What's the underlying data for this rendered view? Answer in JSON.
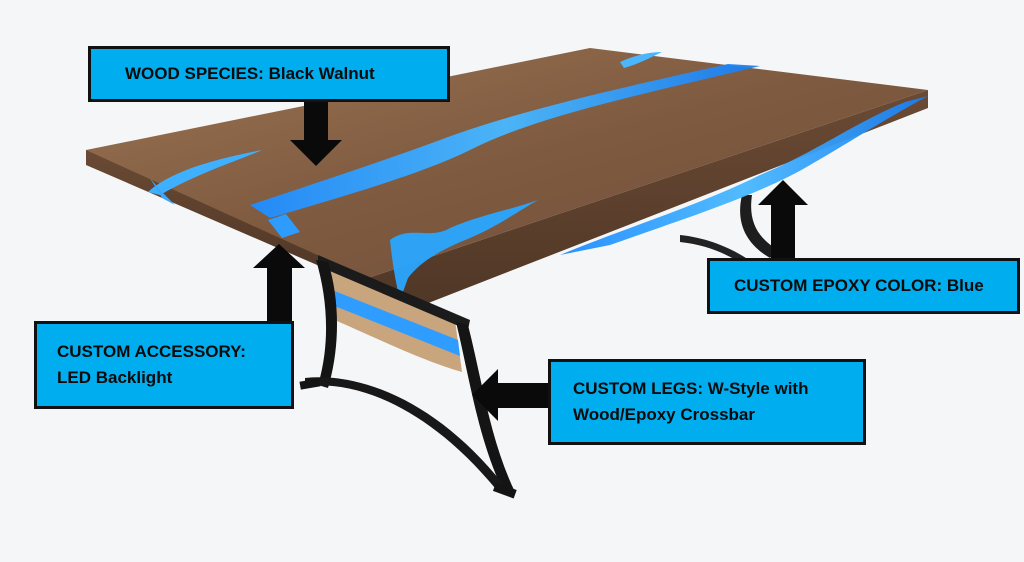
{
  "image": {
    "subject": "Live-edge black walnut river table with blue epoxy and W-style metal legs",
    "background_color": "#f5f6f7",
    "label_fill_color": "#00adef",
    "label_border_color": "#111111",
    "epoxy_color": "#1a9bff",
    "wood_color": "#8a6246"
  },
  "callouts": [
    {
      "id": "wood-species",
      "lines": [
        "WOOD SPECIES:  Black Walnut"
      ],
      "arrow_direction": "down"
    },
    {
      "id": "epoxy-color",
      "lines": [
        "CUSTOM EPOXY COLOR: Blue"
      ],
      "arrow_direction": "up"
    },
    {
      "id": "accessory",
      "lines": [
        "CUSTOM ACCESSORY:",
        "LED Backlight"
      ],
      "arrow_direction": "up"
    },
    {
      "id": "legs",
      "lines": [
        "CUSTOM LEGS: W-Style with",
        "Wood/Epoxy Crossbar"
      ],
      "arrow_direction": "left"
    }
  ]
}
